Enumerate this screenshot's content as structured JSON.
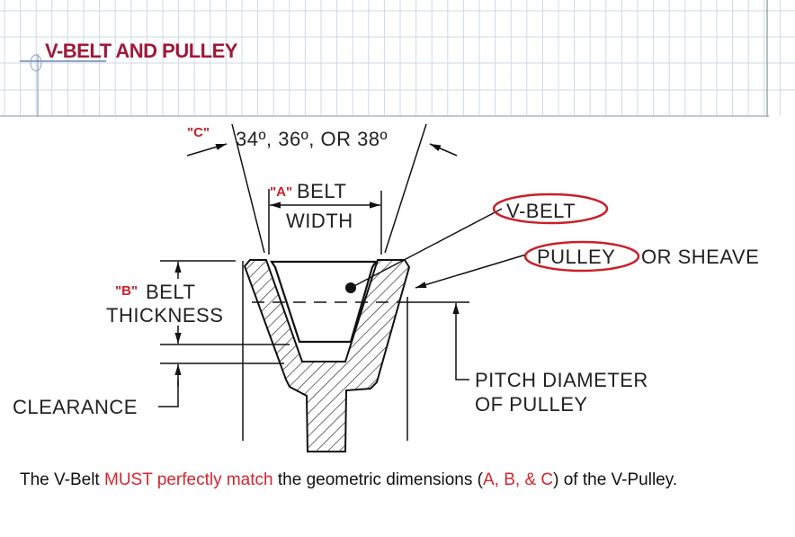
{
  "title": "V-BELT AND PULLEY",
  "diagram": {
    "angle_label_key": "\"C\"",
    "angle_label": "34º, 36º, OR 38º",
    "width_key": "\"A\"",
    "width_label_1": "BELT",
    "width_label_2": "WIDTH",
    "thickness_key": "\"B\"",
    "thickness_label_1": "BELT",
    "thickness_label_2": "THICKNESS",
    "clearance_label": "CLEARANCE",
    "vbelt_label": "V-BELT",
    "pulley_label": "PULLEY",
    "sheave_label": "OR SHEAVE",
    "pitch_label_1": "PITCH DIAMETER",
    "pitch_label_2": "OF PULLEY"
  },
  "caption": {
    "part1": "The V-Belt ",
    "part2": "MUST perfectly match",
    "part3": " the geometric dimensions (",
    "part4": "A, B, & C",
    "part5": ") of the V-Pulley."
  },
  "colors": {
    "title": "#a0183a",
    "highlight": "#c8202a",
    "grid": "#cfd8e6"
  }
}
